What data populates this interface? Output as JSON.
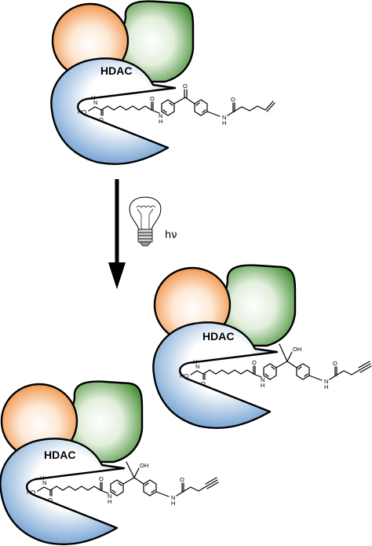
{
  "colors": {
    "orange": "#f08a3a",
    "green": "#3d8a2c",
    "blue": "#4b84c4",
    "outline": "#000000"
  },
  "icons": [
    "light-bulb-icon",
    "reaction-arrow"
  ],
  "complex_top": {
    "protein_label": "HDAC",
    "atoms": {
      "oh": "HO",
      "n": "N",
      "h": "H",
      "o": "O"
    }
  },
  "arrow": {
    "condition": "hν"
  },
  "complex_middle": {
    "protein_label": "HDAC",
    "atoms": {
      "oh": "HO",
      "n": "N",
      "h": "H",
      "o": "O",
      "hydroxyl": "OH"
    }
  },
  "complex_bottom": {
    "protein_label": "HDAC",
    "atoms": {
      "oh": "HO",
      "n": "N",
      "h": "H",
      "o": "O",
      "hydroxyl": "OH"
    }
  }
}
